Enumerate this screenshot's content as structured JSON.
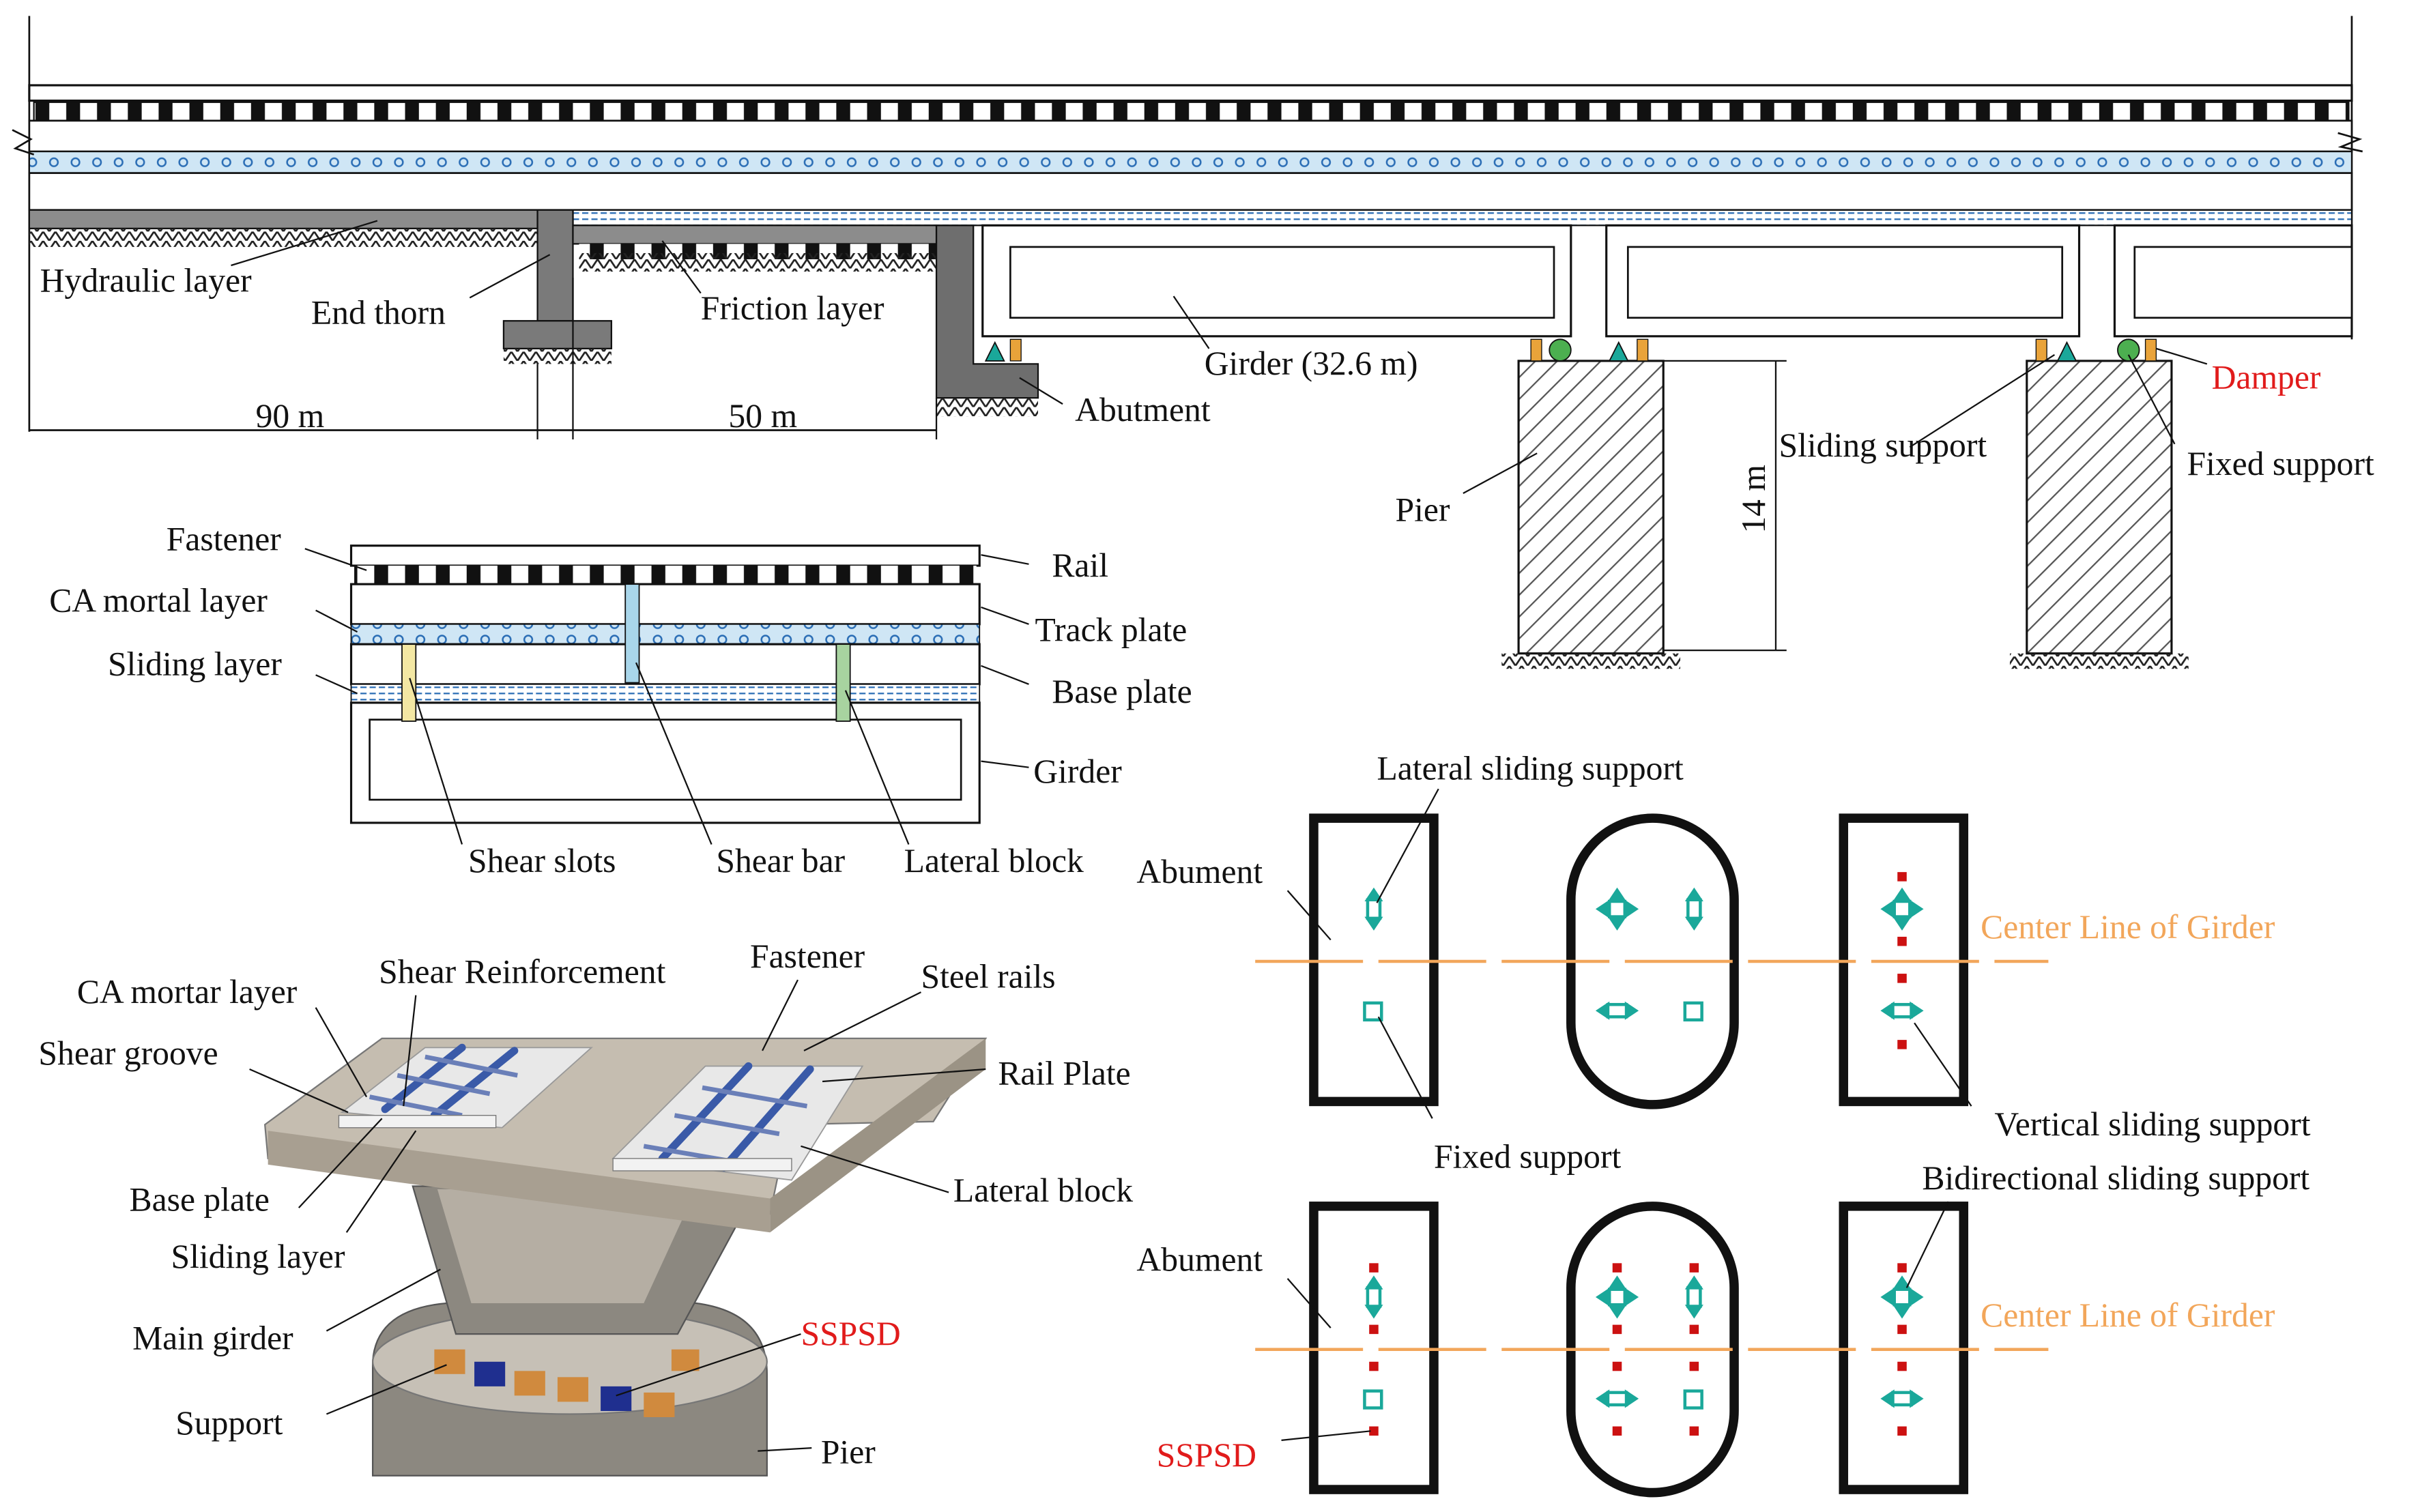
{
  "colors": {
    "black": "#111111",
    "ca_blue": "#2a6db5",
    "light_blue": "#cfe6f5",
    "shear_yellow": "#f3e7a3",
    "shear_blue": "#a9d6ea",
    "shear_green": "#a8d3a0",
    "support_orange": "#e9a33a",
    "fixed_green": "#4caf50",
    "teal": "#1aa89a",
    "orange_line": "#f2a65a",
    "red": "#e11b1b",
    "sspsd_red": "#cc1111",
    "deck_tan": "#a89f91",
    "deck_top": "#c5bdb0",
    "navy": "#1f2f8f"
  },
  "panel_a": {
    "hydraulic_layer": "Hydraulic layer",
    "end_thorn": "End thorn",
    "friction_layer": "Friction layer",
    "dim_90": "90 m",
    "dim_50": "50 m",
    "abutment": "Abutment",
    "girder": "Girder (32.6 m)",
    "pier": "Pier",
    "height_14": "14 m",
    "sliding_support": "Sliding support",
    "fixed_support": "Fixed support",
    "damper": "Damper"
  },
  "panel_b": {
    "fastener": "Fastener",
    "ca_mortal_layer": "CA mortal layer",
    "sliding_layer": "Sliding layer",
    "rail": "Rail",
    "track_plate": "Track plate",
    "base_plate": "Base plate",
    "girder": "Girder",
    "shear_slots": "Shear slots",
    "shear_bar": "Shear bar",
    "lateral_block": "Lateral block"
  },
  "panel_c": {
    "ca_mortar_layer": "CA mortar layer",
    "shear_reinforcement": "Shear Reinforcement",
    "fastener": "Fastener",
    "steel_rails": "Steel rails",
    "shear_groove": "Shear groove",
    "rail_plate": "Rail Plate",
    "base_plate": "Base plate",
    "lateral_block": "Lateral block",
    "sliding_layer": "Sliding layer",
    "main_girder": "Main girder",
    "sspsd": "SSPSD",
    "support": "Support",
    "pier": "Pier"
  },
  "panel_d": {
    "lateral_sliding_support": "Lateral sliding support",
    "abument_top": "Abument",
    "center_line_top": "Center Line of Girder",
    "fixed_support": "Fixed support",
    "vertical_sliding_support": "Vertical sliding support",
    "bidirectional_sliding_support": "Bidirectional sliding support",
    "abument_bottom": "Abument",
    "center_line_bottom": "Center Line of Girder",
    "sspsd": "SSPSD"
  }
}
